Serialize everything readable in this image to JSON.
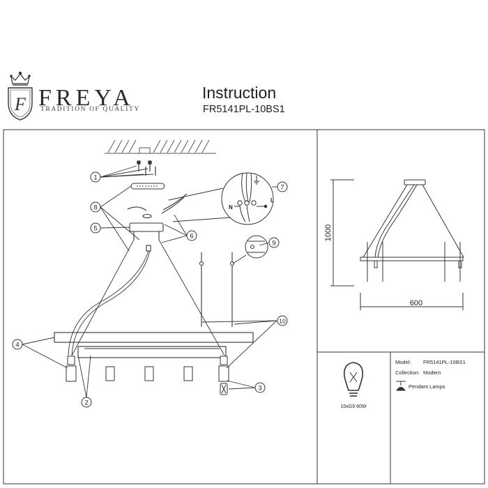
{
  "brand": {
    "monogram": "F",
    "name": "FREYA",
    "tagline": "TRADITION OF QUALITY"
  },
  "header": {
    "title": "Instruction",
    "model_code": "FR5141PL-10BS1"
  },
  "callouts": {
    "c1": "1",
    "c2": "2",
    "c3": "3",
    "c4": "4",
    "c5": "5",
    "c6": "6",
    "c7": "7",
    "c8": "8",
    "c9": "9",
    "c10": "10"
  },
  "wiring": {
    "neutral": "N",
    "live": "L"
  },
  "dimensions": {
    "height": "1000",
    "width": "600"
  },
  "bulb": {
    "spec": "10xG9 60W"
  },
  "info": {
    "model_label": "Model:",
    "model_value": "FR5141PL-10BS1",
    "collection_label": "Collection:",
    "collection_value": "Modern",
    "type_label": "Pendant Lamps"
  },
  "icons": [
    "crown-icon",
    "shield-monogram-icon",
    "bulb-icon",
    "pendant-lamp-icon",
    "ground-symbol-icon"
  ]
}
